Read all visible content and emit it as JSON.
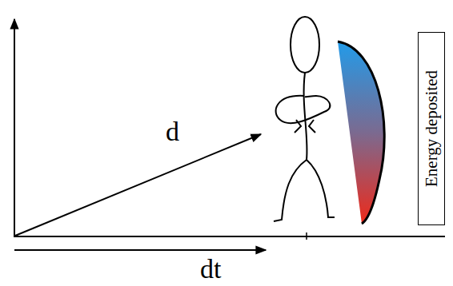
{
  "diagram": {
    "nodes": [
      {
        "text": [
          "Energy deposited"
        ]
      }
    ],
    "labels": [
      "d",
      "dt"
    ]
  }
}
